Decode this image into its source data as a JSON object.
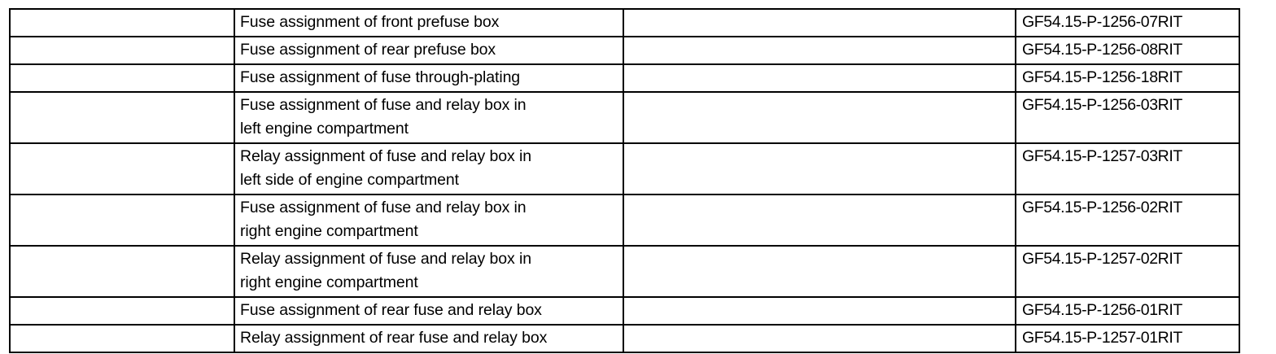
{
  "document": {
    "type": "reference-table",
    "columns": [
      {
        "key": "index",
        "header": ""
      },
      {
        "key": "title",
        "header": ""
      },
      {
        "key": "blank",
        "header": ""
      },
      {
        "key": "docnum",
        "header": ""
      }
    ],
    "rows": [
      {
        "index": "",
        "title": "Fuse assignment of front prefuse box",
        "blank": "",
        "docnum": "GF54.15-P-1256-07RIT",
        "lines": 1
      },
      {
        "index": "",
        "title": "Fuse assignment of rear prefuse box",
        "blank": "",
        "docnum": "GF54.15-P-1256-08RIT",
        "lines": 1
      },
      {
        "index": "",
        "title": "Fuse assignment of fuse through-plating",
        "blank": "",
        "docnum": "GF54.15-P-1256-18RIT",
        "lines": 1
      },
      {
        "index": "",
        "title": "Fuse assignment of fuse and relay box in\nleft engine compartment",
        "blank": "",
        "docnum": "GF54.15-P-1256-03RIT",
        "lines": 2
      },
      {
        "index": "",
        "title": "Relay assignment of fuse and relay box in\nleft side of engine compartment",
        "blank": "",
        "docnum": "GF54.15-P-1257-03RIT",
        "lines": 2
      },
      {
        "index": "",
        "title": "Fuse assignment of fuse and relay box in\nright engine compartment",
        "blank": "",
        "docnum": "GF54.15-P-1256-02RIT",
        "lines": 2
      },
      {
        "index": "",
        "title": "Relay assignment of fuse and relay box in\nright engine compartment",
        "blank": "",
        "docnum": "GF54.15-P-1257-02RIT",
        "lines": 2
      },
      {
        "index": "",
        "title": "Fuse assignment of rear fuse and relay box",
        "blank": "",
        "docnum": "GF54.15-P-1256-01RIT",
        "lines": 1
      },
      {
        "index": "",
        "title": "Relay assignment of rear fuse and relay box",
        "blank": "",
        "docnum": "GF54.15-P-1257-01RIT",
        "lines": 1
      }
    ]
  },
  "colors": {
    "border": "#000000",
    "text": "#000000",
    "background": "#ffffff"
  }
}
